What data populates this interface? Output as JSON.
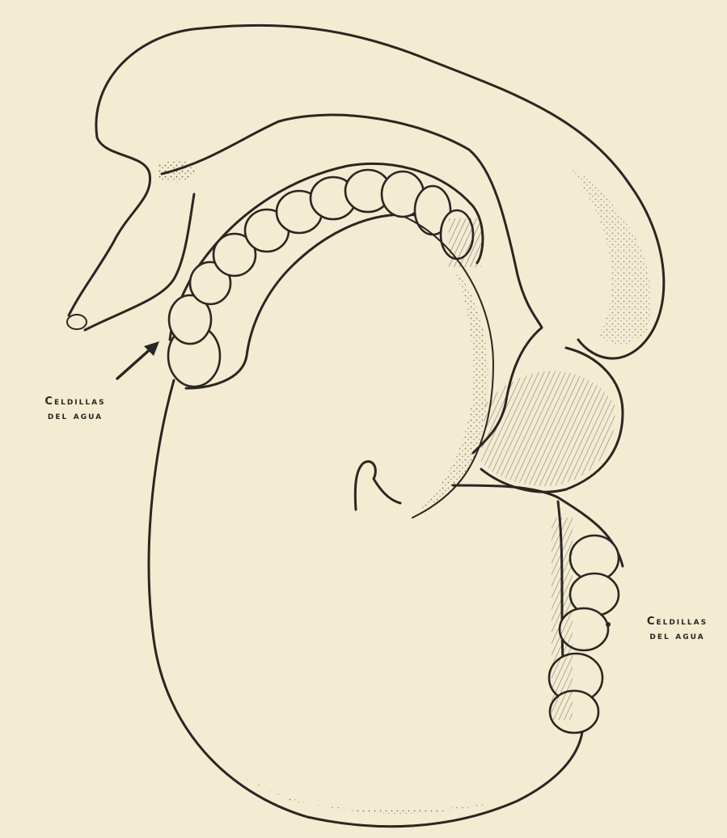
{
  "labels": {
    "left": {
      "line1": "Celdillas",
      "line2": "del agua"
    },
    "right": {
      "line1": "Celdillas",
      "line2": "del agua"
    }
  },
  "colors": {
    "paper": "#f3ecd2",
    "ink": "#2a2622"
  }
}
